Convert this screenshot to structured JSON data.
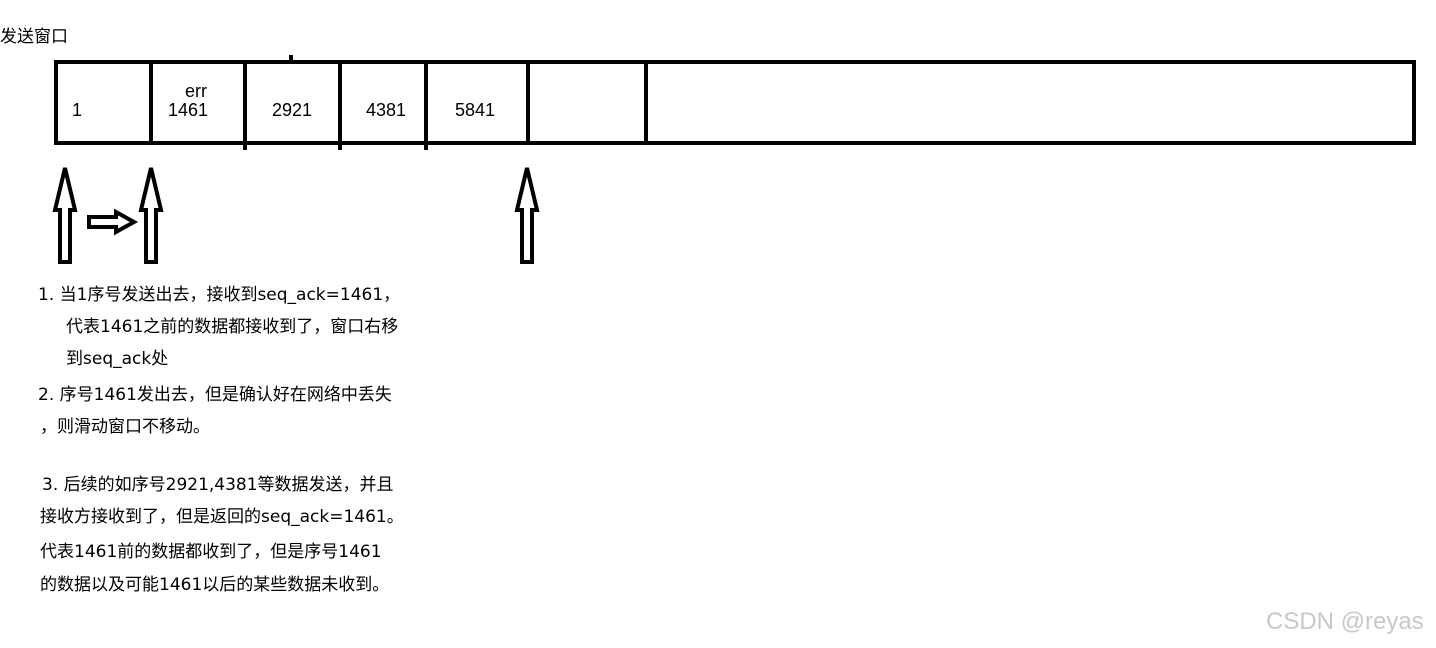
{
  "title": "发送窗口",
  "cells": {
    "c1": "1",
    "c2_top": "err",
    "c2": "1461",
    "c3": "2921",
    "c4": "4381",
    "c5": "5841"
  },
  "notes": {
    "n1_line1": "1. 当1序号发送出去，接收到seq_ack=1461，",
    "n1_line2": "代表1461之前的数据都接收到了，窗口右移",
    "n1_line3": "到seq_ack处",
    "n2_line1": "2. 序号1461发出去，但是确认好在网络中丢失",
    "n2_line2": "，则滑动窗口不移动。",
    "n3_line1": "3. 后续的如序号2921,4381等数据发送，并且",
    "n3_line2": "接收方接收到了，但是返回的seq_ack=1461。",
    "n3_line3": "代表1461前的数据都收到了，但是序号1461",
    "n3_line4": "的数据以及可能1461以后的某些数据未收到。"
  },
  "watermark": "CSDN @reyas",
  "colors": {
    "stroke": "#000000",
    "text": "#000000",
    "watermark": "#c8c8c8"
  }
}
